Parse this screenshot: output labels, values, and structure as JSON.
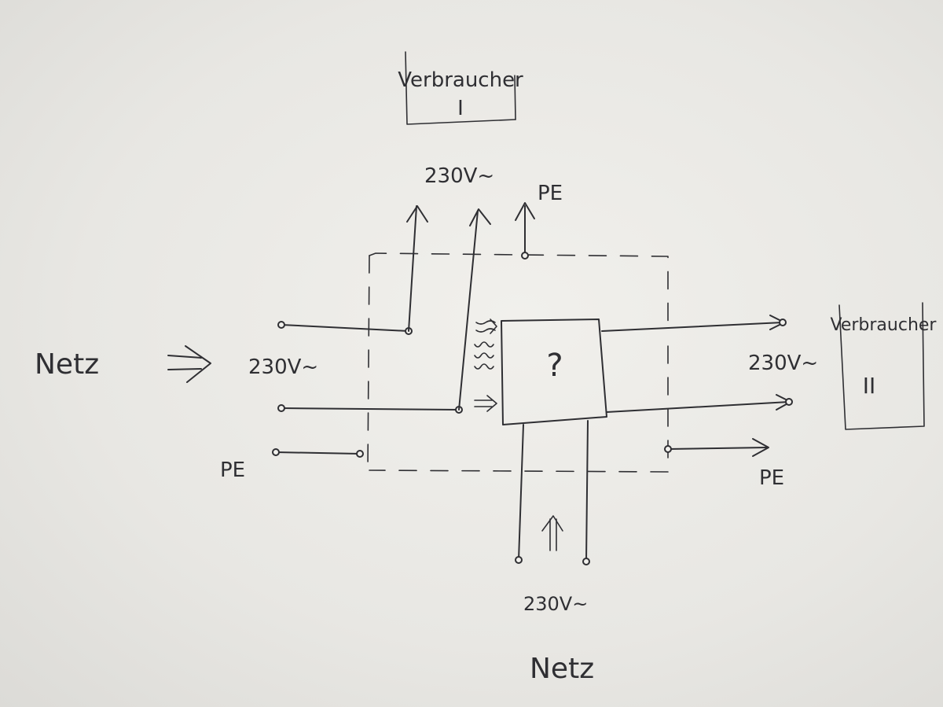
{
  "labels": {
    "netz_left": "Netz",
    "netz_bottom": "Netz",
    "voltage_left": "230V~",
    "voltage_top": "230V~",
    "voltage_right": "230V~",
    "voltage_bottom": "230V~",
    "pe_left": "PE",
    "pe_top": "PE",
    "pe_right": "PE",
    "unknown_box": "?"
  },
  "consumers": [
    {
      "name": "Verbraucher",
      "number": "I"
    },
    {
      "name": "Verbraucher",
      "number": "II"
    }
  ]
}
